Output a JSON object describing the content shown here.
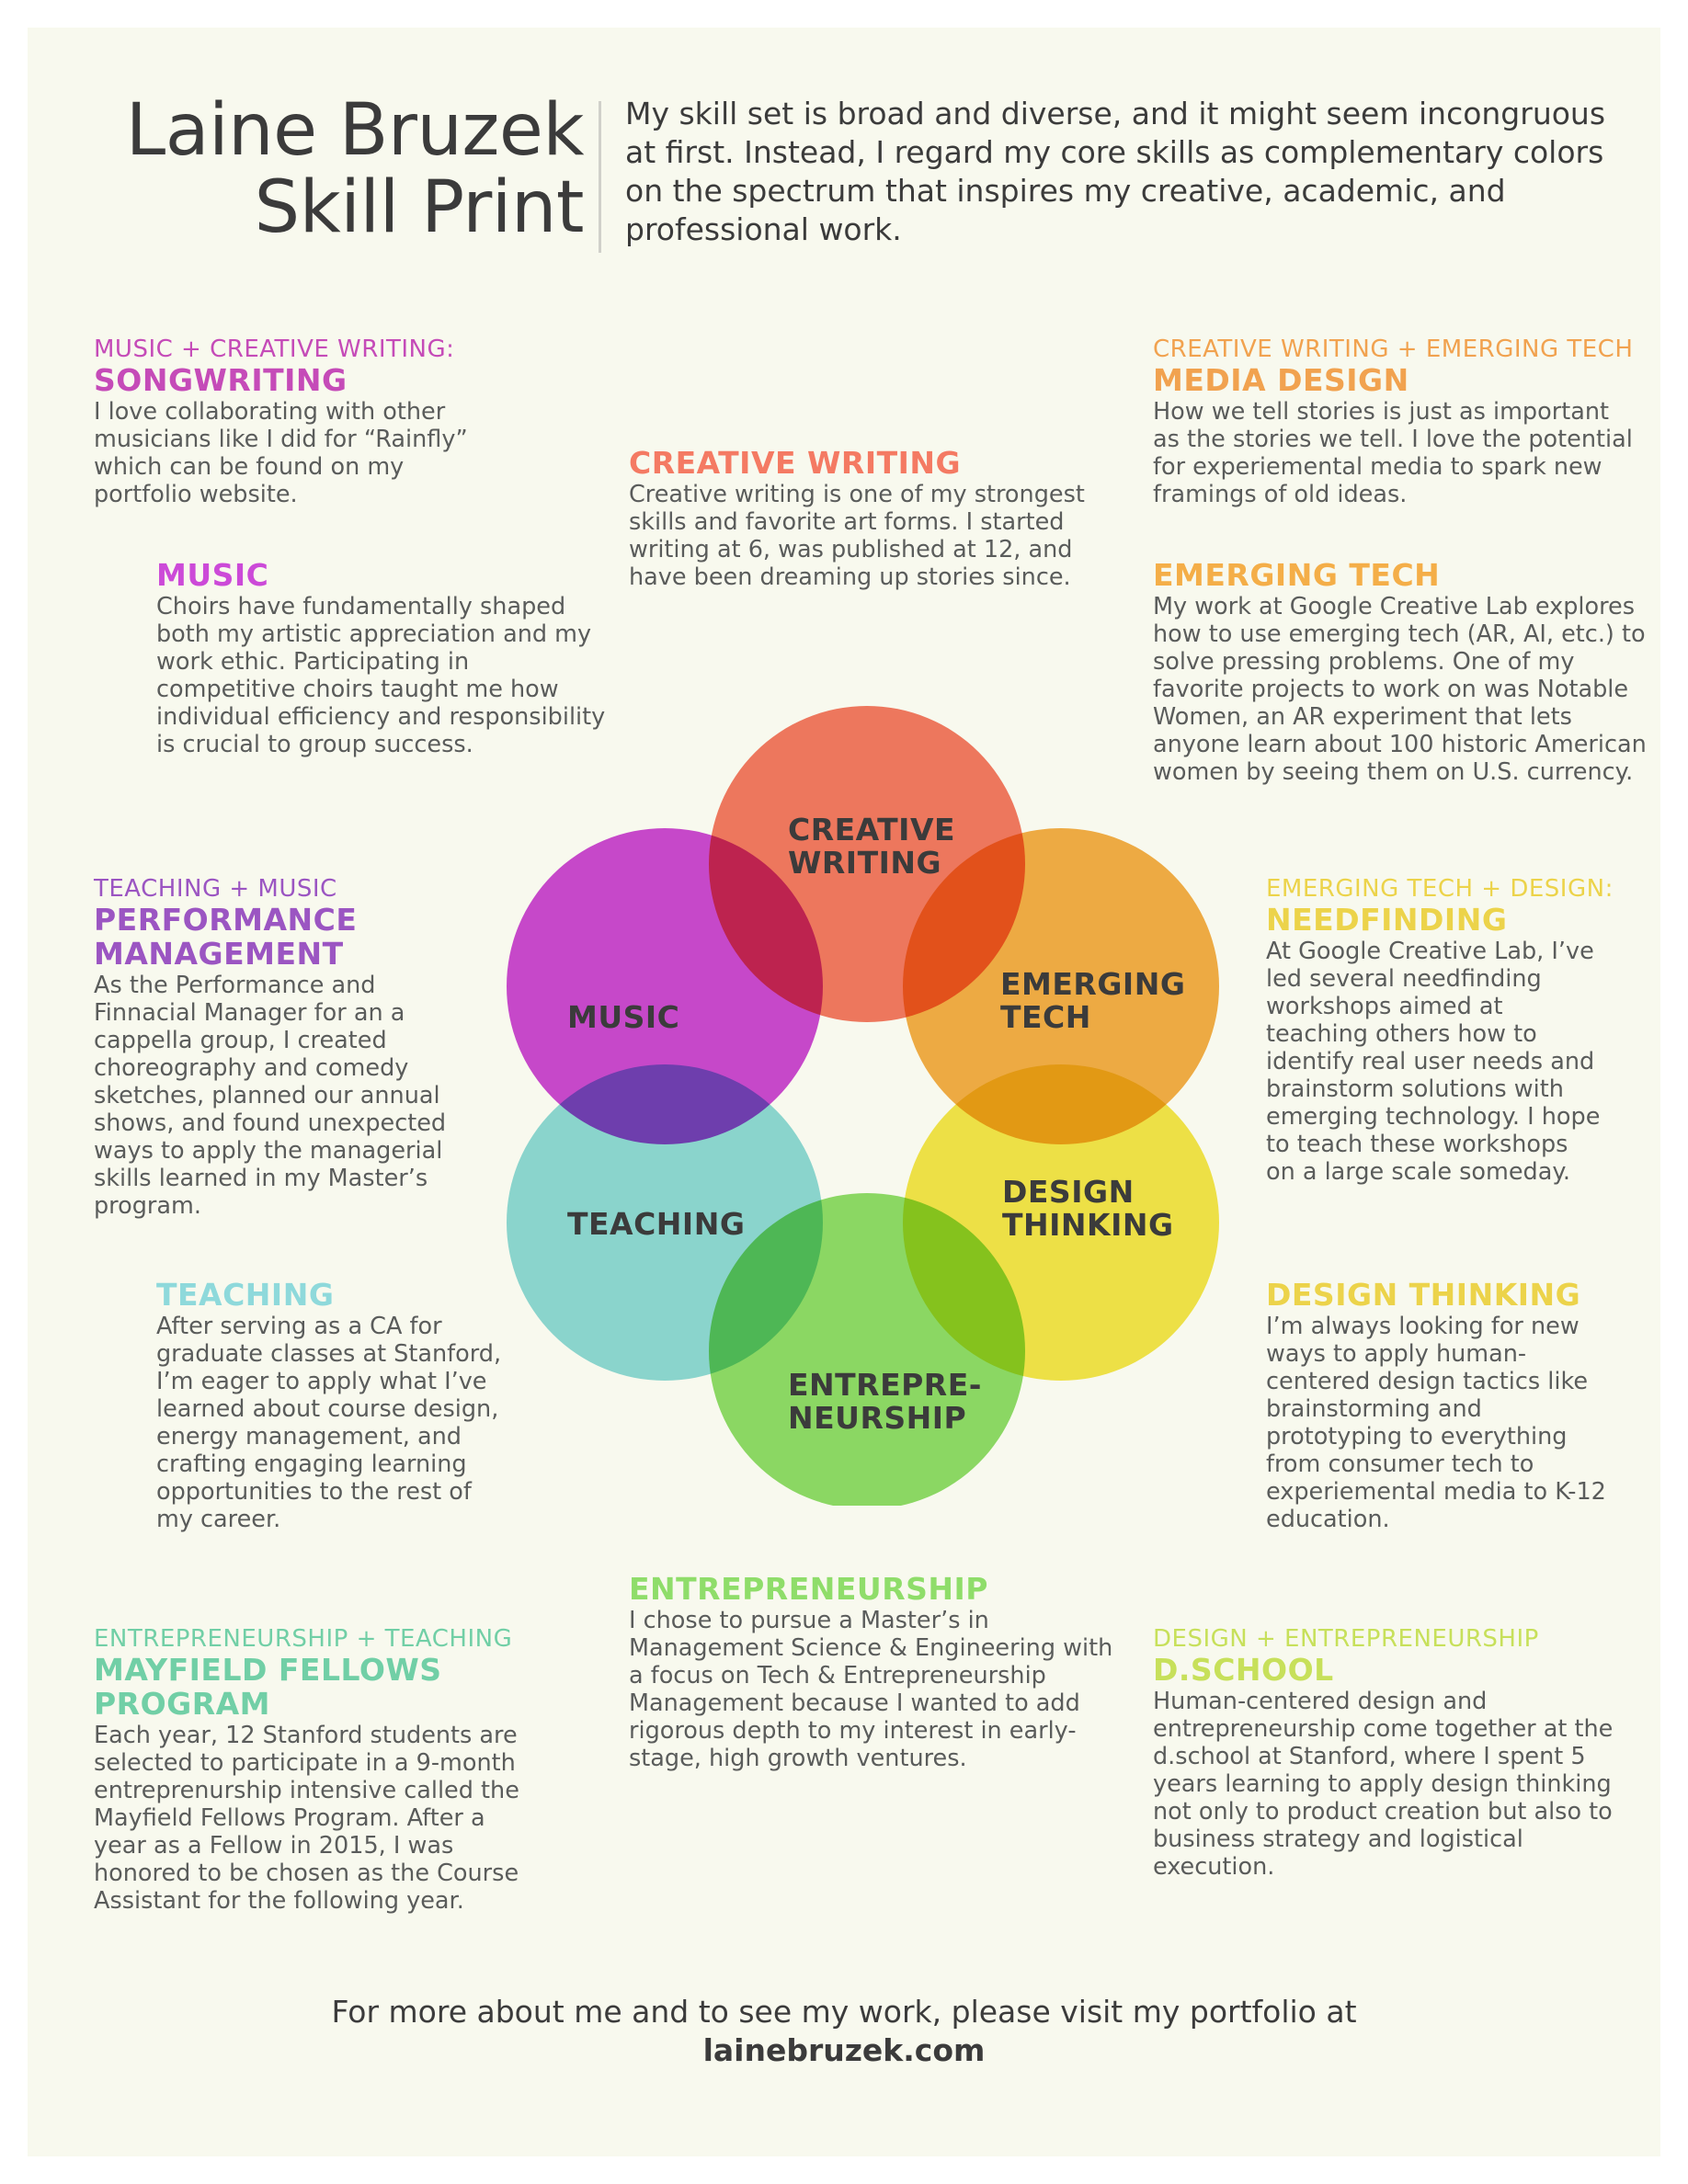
{
  "header": {
    "title_line1": "Laine Bruzek",
    "title_line2": "Skill Print",
    "intro": "My skill set is broad and diverse, and it might seem incongruous at first. Instead, I regard my core skills as complementary colors on the spectrum that inspires my creative, academic, and professional work."
  },
  "colors": {
    "creative_writing": "#f47a63",
    "emerging_tech": "#f4ae48",
    "design_thinking": "#f4e64b",
    "entrepreneurship": "#8fdd6a",
    "teaching": "#8ed9db",
    "music": "#cc4ad8",
    "songwriting": "#c54bb8",
    "performance": "#9b55c2",
    "mayfield": "#71cfa6",
    "dschool": "#c7e05a",
    "needfinding": "#ecd34a",
    "media": "#f1a24f"
  },
  "venn": {
    "labels": {
      "creative_writing": [
        "CREATIVE",
        "WRITING"
      ],
      "emerging_tech": [
        "EMERGING",
        "TECH"
      ],
      "design_thinking": [
        "DESIGN",
        "THINKING"
      ],
      "entrepreneurship": [
        "ENTREPRE-",
        "NEURSHIP"
      ],
      "teaching": [
        "TEACHING"
      ],
      "music": [
        "MUSIC"
      ]
    }
  },
  "sections": {
    "songwriting": {
      "kicker": "MUSIC + CREATIVE WRITING:",
      "title": "SONGWRITING",
      "lines": [
        "I love collaborating with other",
        "musicians like I did for “Rainfly”",
        "which can be found on my",
        "portfolio website."
      ]
    },
    "creative_writing": {
      "title": "CREATIVE WRITING",
      "lines": [
        "Creative writing is one of my strongest",
        "skills and favorite art forms. I started",
        "writing at 6, was published at 12, and",
        "have been dreaming up stories since."
      ]
    },
    "media_design": {
      "kicker": "CREATIVE WRITING + EMERGING TECH",
      "title": "MEDIA DESIGN",
      "lines": [
        "How we tell stories is just as important",
        "as the stories we tell. I love the potential",
        "for experiemental media to spark new",
        "framings of old ideas."
      ]
    },
    "music": {
      "title": "MUSIC",
      "lines": [
        "Choirs have fundamentally shaped",
        "both my artistic appreciation and my",
        "work ethic. Participating in",
        "competitive choirs taught me how",
        "individual efficiency and responsibility",
        "is crucial to group success."
      ]
    },
    "emerging_tech": {
      "title": "EMERGING TECH",
      "lines": [
        "My work at Google Creative Lab explores",
        "how to use emerging tech (AR, AI, etc.) to",
        "solve pressing problems. One of my",
        "favorite projects to work on was Notable",
        "Women, an AR experiment that lets",
        "anyone learn about 100 historic American",
        "women by seeing them on U.S. currency."
      ]
    },
    "performance": {
      "kicker": "TEACHING + MUSIC",
      "title_line1": "PERFORMANCE",
      "title_line2": "MANAGEMENT",
      "lines": [
        "As the Performance and",
        "Finnacial Manager for an a",
        "cappella group, I created",
        "choreography and comedy",
        "sketches, planned our annual",
        "shows, and found unexpected",
        "ways to apply the managerial",
        "skills learned in my Master’s",
        "program."
      ]
    },
    "needfinding": {
      "kicker": "EMERGING TECH + DESIGN:",
      "title": "NEEDFINDING",
      "lines": [
        "At Google Creative Lab, I’ve",
        "led several needfinding",
        "workshops aimed at",
        "teaching others how to",
        "identify real user needs and",
        "brainstorm solutions with",
        "emerging technology. I hope",
        "to teach these workshops",
        "on a large scale someday."
      ]
    },
    "teaching": {
      "title": "TEACHING",
      "lines": [
        "After serving as a CA for",
        "graduate classes at Stanford,",
        "I’m eager to apply what I’ve",
        "learned about course design,",
        "energy management, and",
        "crafting engaging learning",
        "opportunities to the rest of",
        "my career."
      ]
    },
    "design_thinking": {
      "title": "DESIGN THINKING",
      "lines": [
        "I’m always looking for new",
        "ways to apply human-",
        "centered design tactics like",
        "brainstorming and",
        "prototyping to everything",
        "from consumer tech to",
        "experiemental media to K-12",
        "education."
      ]
    },
    "entrepreneurship": {
      "title": "ENTREPRENEURSHIP",
      "lines": [
        "I chose to pursue a Master’s in",
        "Management Science & Engineering with",
        "a focus on Tech & Entrepreneurship",
        "Management because I wanted to add",
        "rigorous depth to my interest in early-",
        "stage, high growth ventures."
      ]
    },
    "mayfield": {
      "kicker": "ENTREPRENEURSHIP + TEACHING",
      "title_line1": "MAYFIELD FELLOWS",
      "title_line2": "PROGRAM",
      "lines": [
        "Each year, 12 Stanford students are",
        "selected to participate in a 9-month",
        "entreprenurship intensive called the",
        "Mayfield Fellows Program. After a",
        "year as a Fellow in 2015, I was",
        "honored to be chosen as the Course",
        "Assistant for the following year."
      ]
    },
    "dschool": {
      "kicker": "DESIGN + ENTREPRENEURSHIP",
      "title": "D.SCHOOL",
      "lines": [
        "Human-centered design and",
        "entrepreneurship come together at the",
        "d.school at Stanford, where I spent 5",
        "years learning to apply design thinking",
        "not only to product creation but also to",
        "business strategy and logistical",
        "execution."
      ]
    }
  },
  "footer": {
    "line1": "For more about me and to see my work, please visit my portfolio at",
    "link": "lainebruzek.com"
  }
}
